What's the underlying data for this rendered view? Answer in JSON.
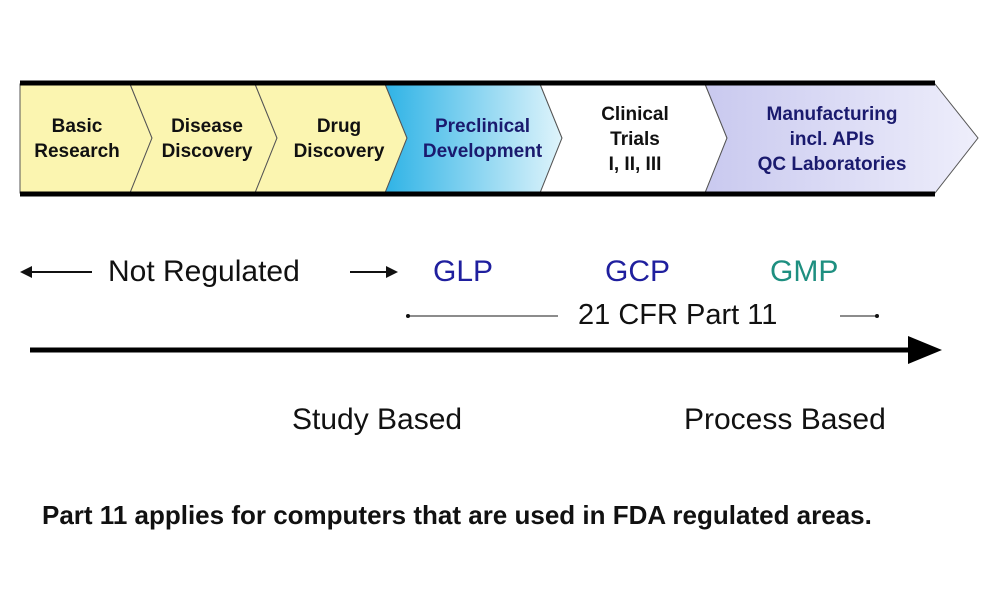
{
  "pipeline": {
    "stages": [
      {
        "label": "Basic\nResearch",
        "fill": "#fbf5b0"
      },
      {
        "label": "Disease\nDiscovery",
        "fill": "#fbf5b0"
      },
      {
        "label": "Drug\nDiscovery",
        "fill": "#fbf5b0"
      },
      {
        "label": "Preclinical\nDevelopment",
        "fill": "#5fc8ea"
      },
      {
        "label": "Clinical\nTrials\nI, II, III",
        "fill": "#ffffff"
      },
      {
        "label": "Manufacturing\nincl. APIs\nQC Laboratories",
        "fill": "#d9d9f3"
      }
    ]
  },
  "regulation": {
    "not_regulated": "Not Regulated",
    "glp": "GLP",
    "gcp": "GCP",
    "gmp": "GMP",
    "part11": "21 CFR Part 11",
    "colors": {
      "glp": "#1f1f9e",
      "gcp": "#1f1f9e",
      "gmp": "#1e8f80"
    }
  },
  "basis": {
    "study": "Study Based",
    "process": "Process Based"
  },
  "note": "Part 11 applies for computers that are used in FDA regulated areas."
}
